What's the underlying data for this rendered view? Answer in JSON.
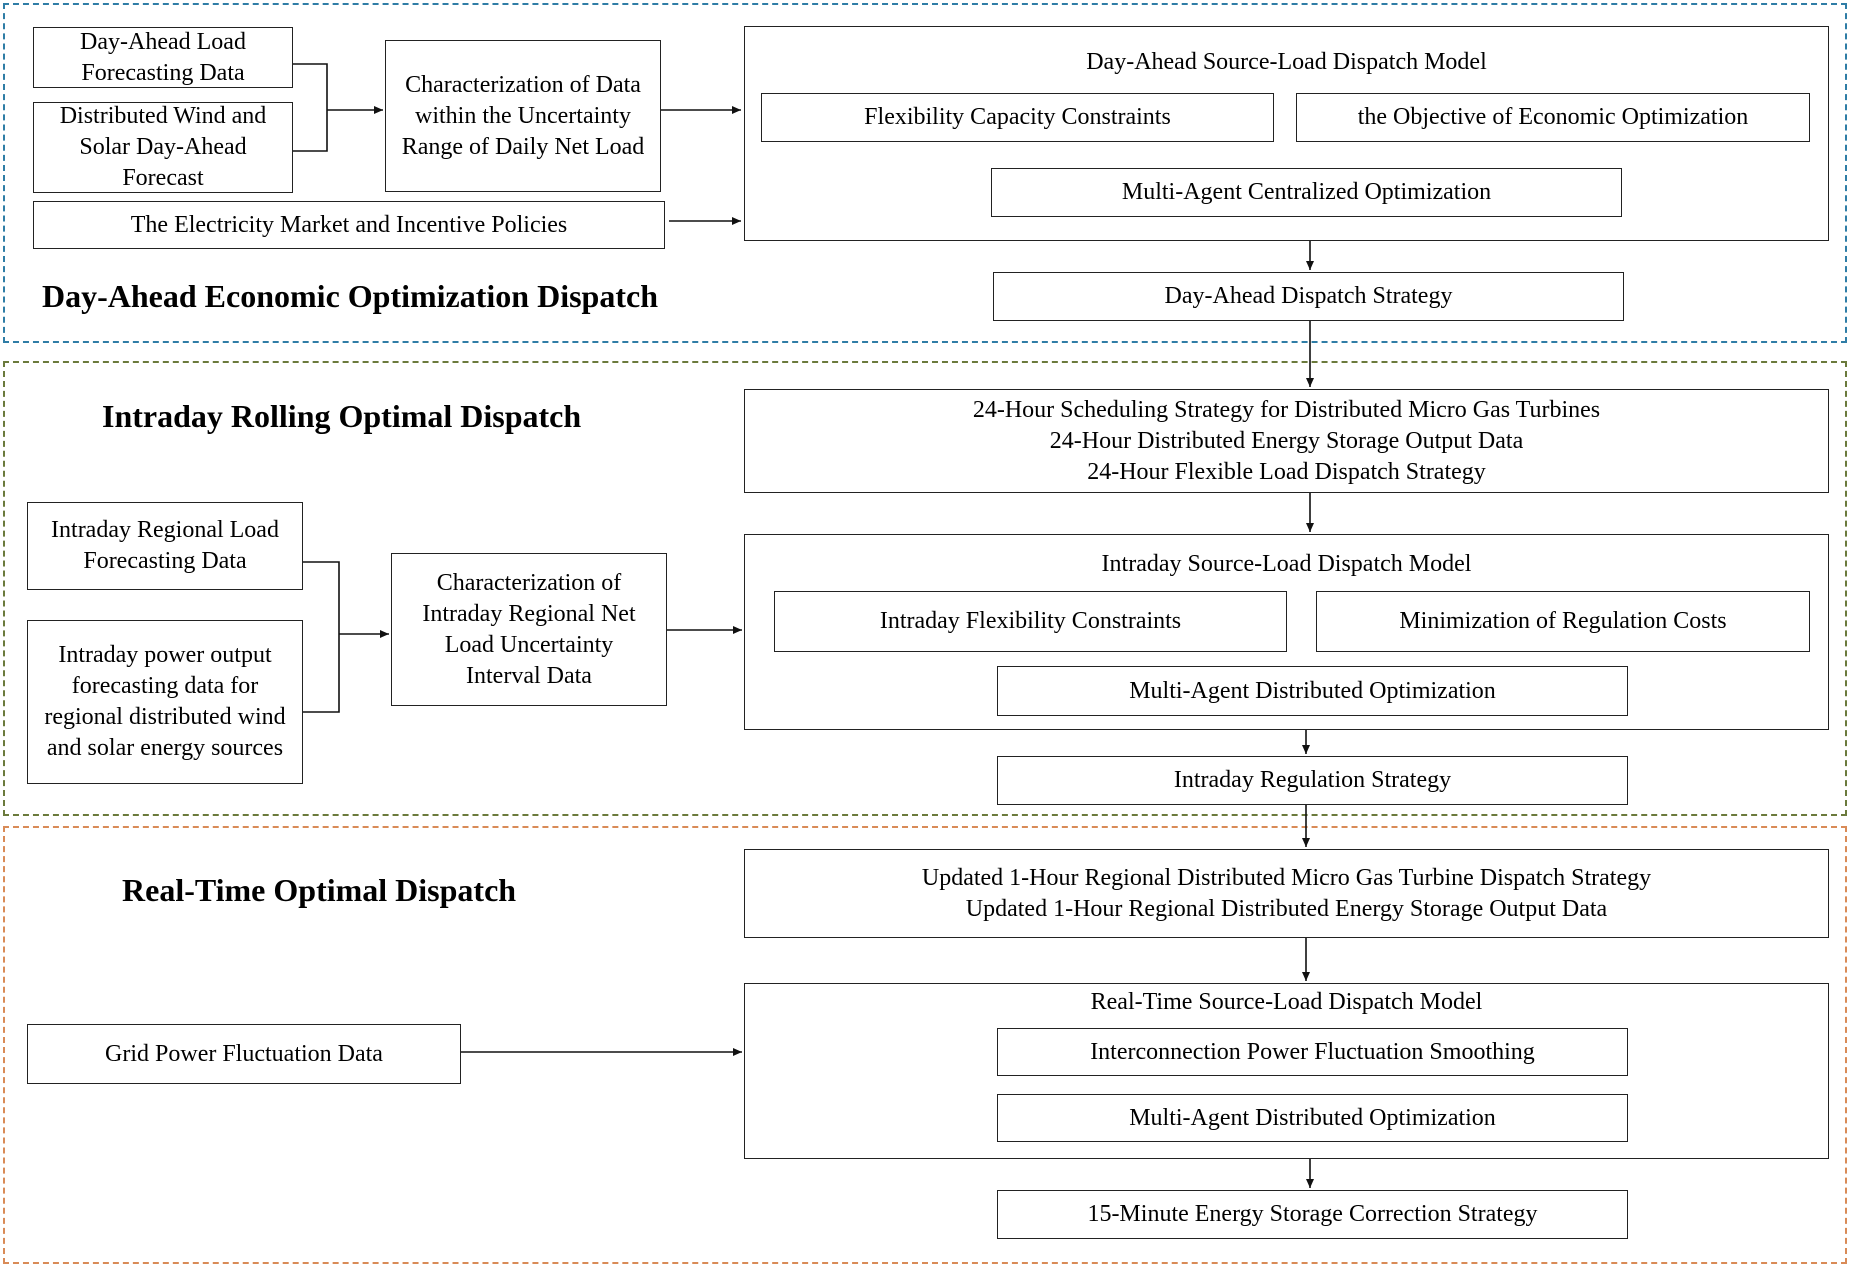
{
  "sections": {
    "day_ahead": {
      "title": "Day-Ahead Economic Optimization Dispatch",
      "color": "#2f7da6"
    },
    "intraday": {
      "title": "Intraday Rolling Optimal Dispatch",
      "color": "#6b7a3c"
    },
    "real_time": {
      "title": "Real-Time Optimal Dispatch",
      "color": "#d98b57"
    }
  },
  "day_ahead": {
    "inputs": {
      "load_forecast": [
        "Day-Ahead Load",
        "Forecasting Data"
      ],
      "wind_solar_forecast": [
        "Distributed Wind and",
        "Solar Day-Ahead",
        "Forecast"
      ],
      "market_policies": [
        "The Electricity Market and Incentive Policies"
      ]
    },
    "characterization": [
      "Characterization of Data",
      "within the Uncertainty",
      "Range of Daily Net Load"
    ],
    "model": {
      "title": "Day-Ahead Source-Load Dispatch Model",
      "flexibility": [
        "Flexibility Capacity Constraints"
      ],
      "objective": [
        "the Objective of Economic Optimization"
      ],
      "optimization": [
        "Multi-Agent Centralized Optimization"
      ]
    },
    "strategy": [
      "Day-Ahead Dispatch Strategy"
    ]
  },
  "intraday": {
    "plans": [
      "24-Hour Scheduling Strategy for Distributed Micro Gas Turbines",
      "24-Hour Distributed Energy Storage Output Data",
      "24-Hour Flexible Load Dispatch Strategy"
    ],
    "inputs": {
      "load_forecast": [
        "Intraday Regional Load",
        "Forecasting Data"
      ],
      "power_forecast": [
        "Intraday power output",
        "forecasting data for",
        "regional distributed wind",
        "and solar energy sources"
      ]
    },
    "characterization": [
      "Characterization of",
      "Intraday Regional Net",
      "Load Uncertainty",
      "Interval Data"
    ],
    "model": {
      "title": "Intraday Source-Load Dispatch Model",
      "flexibility": [
        "Intraday Flexibility Constraints"
      ],
      "objective": [
        "Minimization of Regulation Costs"
      ],
      "optimization": [
        "Multi-Agent Distributed Optimization"
      ]
    },
    "strategy": [
      "Intraday Regulation Strategy"
    ]
  },
  "real_time": {
    "updates": [
      "Updated 1-Hour Regional Distributed Micro Gas Turbine Dispatch Strategy",
      "Updated 1-Hour Regional Distributed Energy Storage Output Data"
    ],
    "input": [
      "Grid Power Fluctuation Data"
    ],
    "model": {
      "title": "Real-Time Source-Load Dispatch Model",
      "smoothing": [
        "Interconnection Power Fluctuation Smoothing"
      ],
      "optimization": [
        "Multi-Agent Distributed Optimization"
      ]
    },
    "strategy": [
      "15-Minute Energy Storage Correction Strategy"
    ]
  }
}
